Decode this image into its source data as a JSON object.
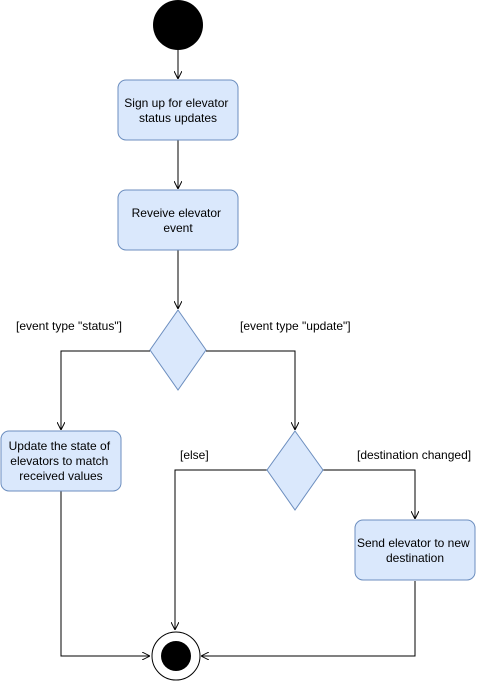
{
  "colors": {
    "node_fill": "#dae8fc",
    "node_stroke": "#6c8ebf",
    "edge": "#000000",
    "start_node": "#000000",
    "end_node": "#000000",
    "background": "#ffffff"
  },
  "nodes": {
    "sign_up": {
      "line1": "Sign up for elevator",
      "line2": "status updates"
    },
    "receive_event": {
      "line1": "Reveive elevator",
      "line2": "event"
    },
    "update_state": {
      "line1": "Update the state of",
      "line2": "elevators to match",
      "line3": "received values"
    },
    "send_elevator": {
      "line1": "Send elevator to new",
      "line2": "destination"
    }
  },
  "guards": {
    "event_status": "[event type \"status\"]",
    "event_update": "[event type \"update\"]",
    "else": "[else]",
    "destination_changed": "[destination changed]"
  }
}
